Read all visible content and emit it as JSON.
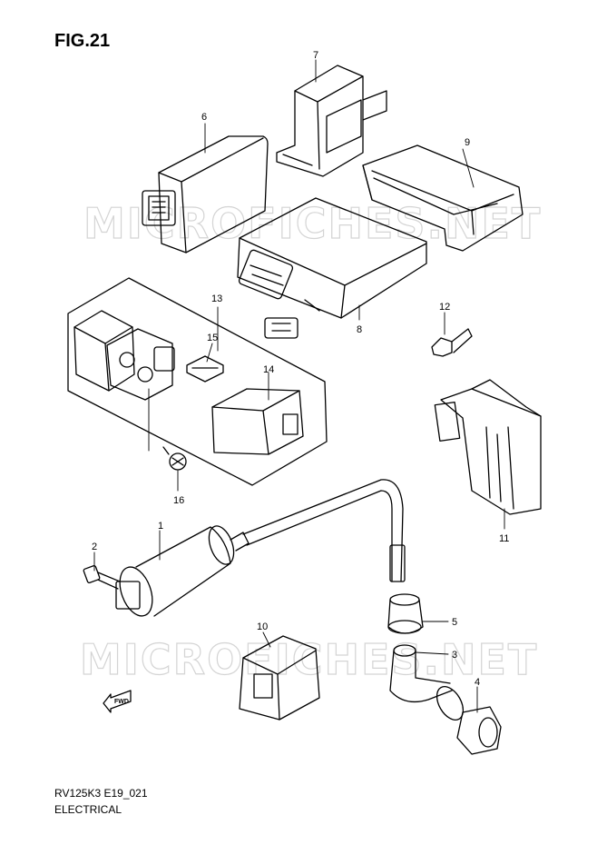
{
  "figure": {
    "title": "FIG.21",
    "model_code": "RV125K3 E19_021",
    "section": "ELECTRICAL"
  },
  "watermark": "MICROFICHES.NET",
  "direction_label": "FWD",
  "callouts": [
    "1",
    "2",
    "3",
    "4",
    "5",
    "6",
    "7",
    "8",
    "9",
    "10",
    "11",
    "12",
    "13",
    "14",
    "15",
    "16"
  ]
}
